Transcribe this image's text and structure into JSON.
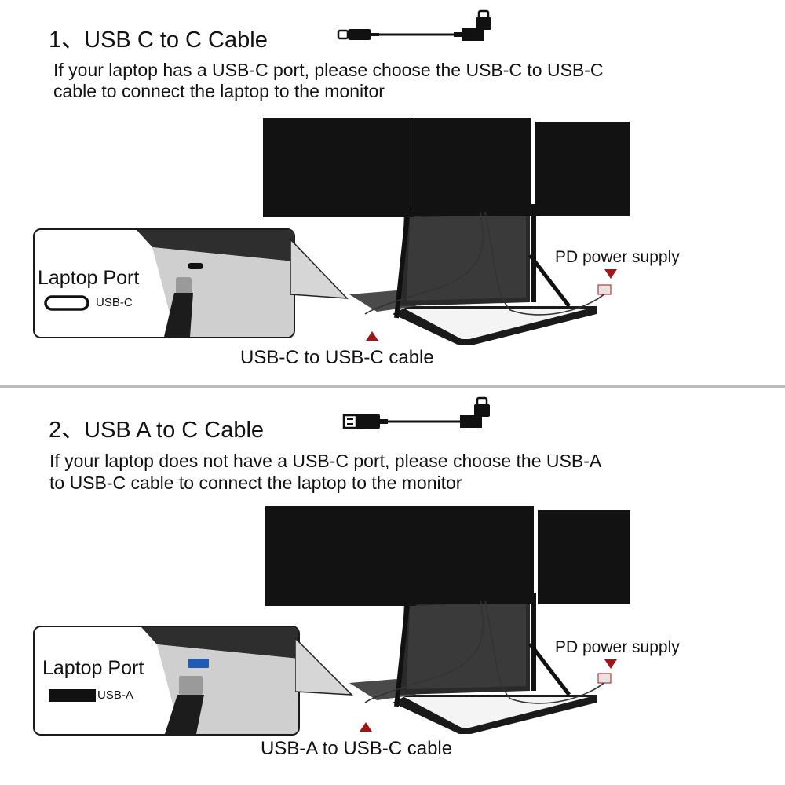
{
  "sections": [
    {
      "title": "1、USB C to C Cable",
      "description_line1": "If your laptop has a USB-C port, please choose the USB-C to USB-C",
      "description_line2": "cable to connect the laptop to the monitor",
      "callout_title": "Laptop Port",
      "port_type": "USB-C",
      "power_label": "PD power supply",
      "cable_label": "USB-C to USB-C cable"
    },
    {
      "title": "2、USB A to C Cable",
      "description_line1": "If your laptop does not have a USB-C port, please choose the USB-A",
      "description_line2": "to USB-C cable to connect the laptop to the monitor",
      "callout_title": "Laptop Port",
      "port_type": "USB-A",
      "power_label": "PD power supply",
      "cable_label": "USB-A to USB-C cable"
    }
  ],
  "colors": {
    "marker": "#a01515",
    "screen": "#121212",
    "divider": "#bdbdbd"
  },
  "icons": [
    "usb-c-to-c-cable-icon",
    "usb-a-to-c-cable-icon",
    "usb-c-port-icon",
    "usb-a-port-icon"
  ]
}
